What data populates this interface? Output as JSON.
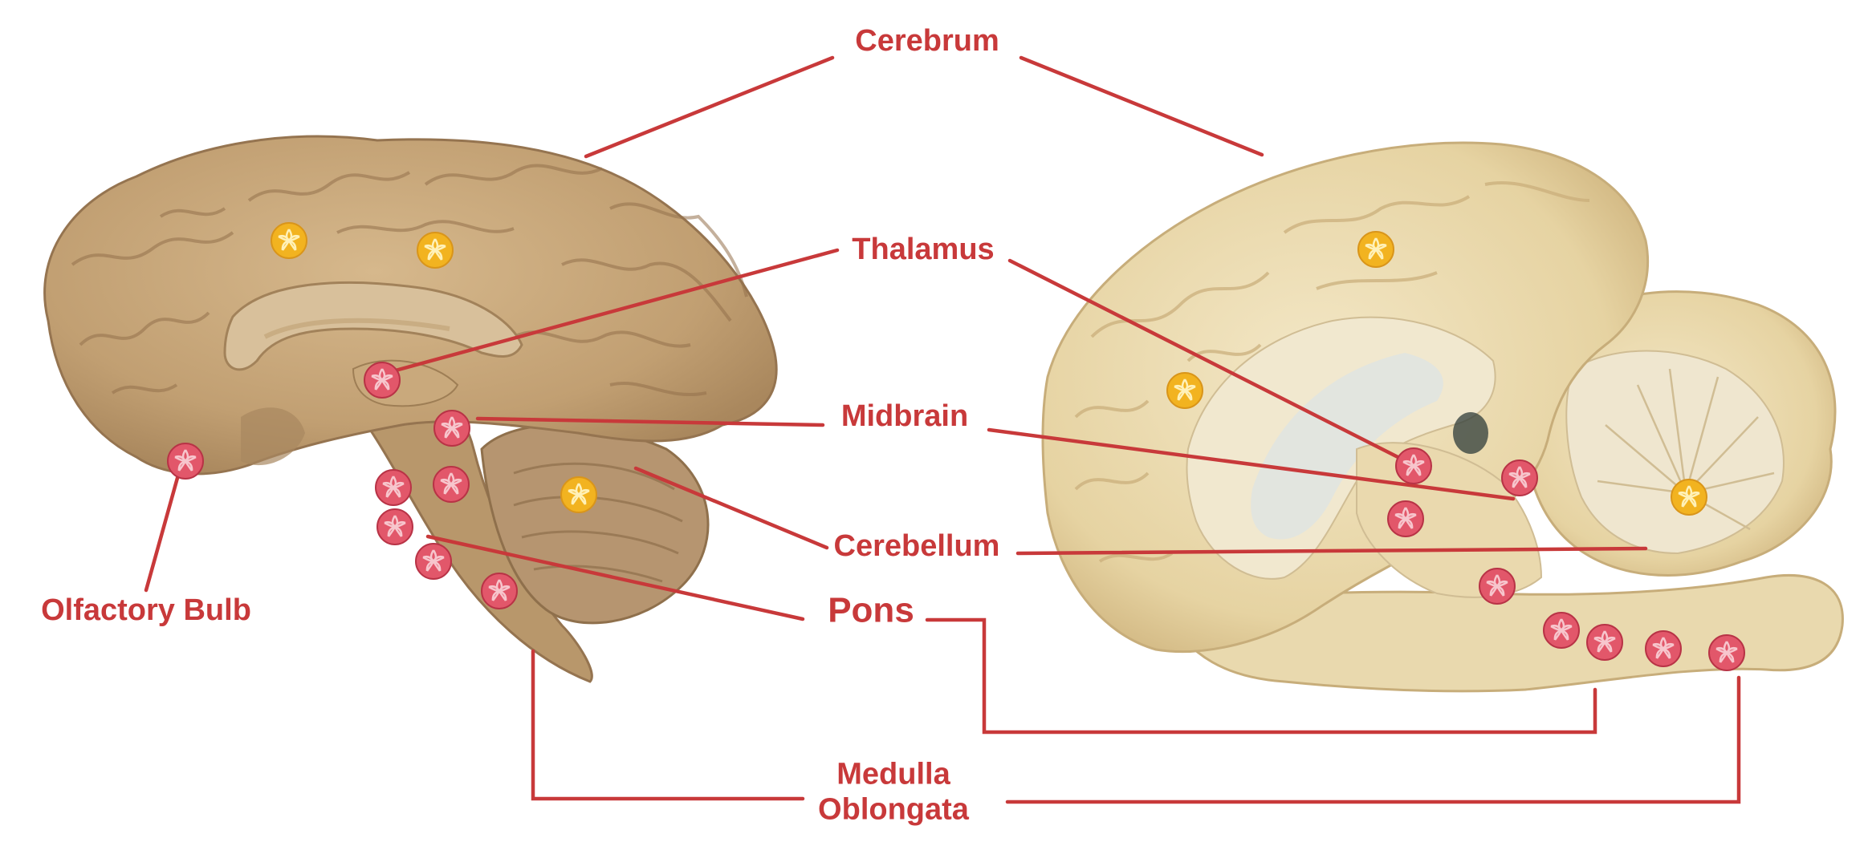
{
  "labels": {
    "cerebrum": "Cerebrum",
    "thalamus": "Thalamus",
    "midbrain": "Midbrain",
    "cerebellum": "Cerebellum",
    "pons": "Pons",
    "olfactory_bulb": "Olfactory Bulb",
    "medulla_line1": "Medulla",
    "medulla_line2": "Oblongata"
  },
  "colors": {
    "label_red": "#c8393a",
    "line_red": "#c8393a",
    "marker_red": "#e2576a",
    "marker_gold": "#f2b320",
    "human_brain_tissue": "#c9a77a",
    "animal_brain_tissue": "#ead9ad",
    "cerebellum_white": "#efe6cf"
  },
  "markers": {
    "red_icon": "red-flower-marker",
    "gold_icon": "gold-star-marker"
  }
}
